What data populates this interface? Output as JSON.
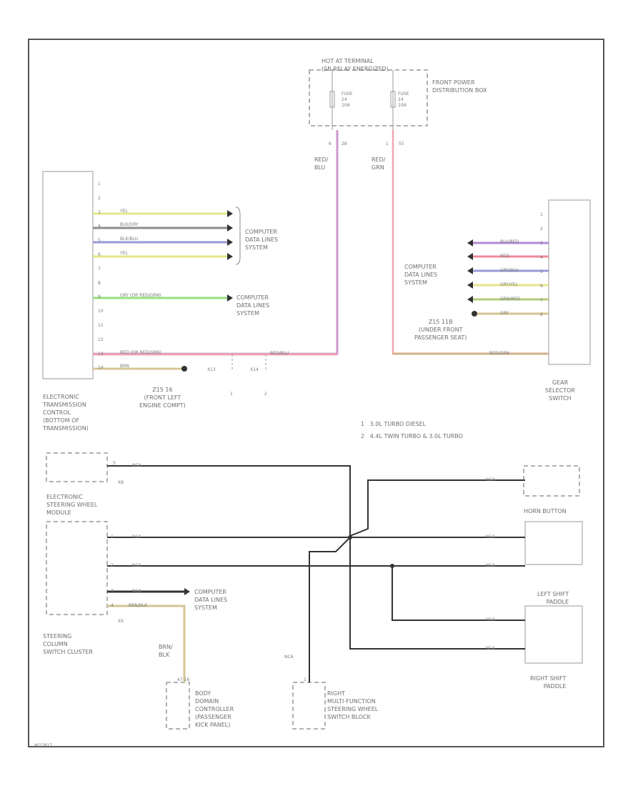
{
  "hot_terminal": "HOT AT TERMINAL\n(SB RELAY ENERGIZED)",
  "power_dist": "FRONT POWER\nDISTRIBUTION BOX",
  "fuse_left": "FUSE\n24\n10A",
  "fuse_right": "FUSE\n24\n10A",
  "pin_left": "6",
  "pin_left2": "28",
  "pin_right": "1",
  "pin_right2": "55",
  "wire_red_blu": "RED/\nBLU",
  "wire_red_grn": "RED/\nGRN",
  "tcm_label": "ELECTRONIC\nTRANSMISSION\nCONTROL\n(BOTTOM OF\nTRANSMISSION)",
  "tcm_pins": [
    "1",
    "2",
    "3",
    "4",
    "5",
    "6",
    "7",
    "8",
    "9",
    "10",
    "11",
    "12",
    "13",
    "14"
  ],
  "tcm_wires": [
    {
      "pin": "3",
      "label": "YEL",
      "color": "#e6e68a"
    },
    {
      "pin": "4",
      "label": "BLK/GRY",
      "color": "#8c8c8c"
    },
    {
      "pin": "5",
      "label": "BLK/BLU",
      "color": "#9a9ad8"
    },
    {
      "pin": "6",
      "label": "YEL",
      "color": "#e6e68a"
    },
    {
      "pin": "9",
      "label": "GRY (OR RED/GRN)",
      "color": "#96e07a"
    },
    {
      "pin": "13",
      "label": "RED (OR RED/GRN)",
      "color": "#f2a6b4"
    },
    {
      "pin": "14",
      "label": "BRN",
      "color": "#d4c694"
    }
  ],
  "cdl_1": "COMPUTER\nDATA LINES\nSYSTEM",
  "cdl_2": "COMPUTER\nDATA LINES\nSYSTEM",
  "cdl_3": "COMPUTER\nDATA LINES\nSYSTEM",
  "cdl_4": "COMPUTER\nDATA LINES\nSYSTEM",
  "wire_red_blu_h": "RED/BLU",
  "splice_1": "X13",
  "splice_2": "X14",
  "num_1": "1",
  "num_2": "2",
  "ground_1": "Z15 16\n(FRONT LEFT\nENGINE COMPT)",
  "ground_2": "Z15 11B\n(UNDER FRONT\nPASSENGER SEAT)",
  "gear_label": "GEAR\nSELECTOR\nSWITCH",
  "gear_pins": [
    "1",
    "2",
    "3",
    "4",
    "5",
    "6",
    "7",
    "8"
  ],
  "gear_wires": [
    {
      "pin": "3",
      "label": "BLU/RED",
      "color": "#b08ad8"
    },
    {
      "pin": "4",
      "label": "RED",
      "color": "#f08a9a"
    },
    {
      "pin": "5",
      "label": "GRY/BLU",
      "color": "#9a9ad8"
    },
    {
      "pin": "6",
      "label": "GRY/YEL",
      "color": "#e6e68a"
    },
    {
      "pin": "7",
      "label": "GRN/RED",
      "color": "#b4cc7a"
    },
    {
      "pin": "8",
      "label": "GRY",
      "color": "#d4c694"
    }
  ],
  "wire_red_grn_h": "RED/GRN",
  "note_1": "1   3.0L TURBO DIESEL",
  "note_2": "2   4.4L TWIN TURBO & 3.0L TURBO",
  "eswm_label": "ELECTRONIC\nSTEERING WHEEL\nMODULE",
  "eswm_pin": "5",
  "eswm_conn": "X8",
  "sccl_label": "STEERING\nCOLUMN\nSWITCH CLUSTER",
  "sccl_pins": [
    "1",
    "2",
    "3",
    "4"
  ],
  "sccl_conn": "X9",
  "wire_nca": "NCA",
  "wire_brn_blk": "BRN/BLK",
  "wire_brn_blk_v": "BRN/\nBLK",
  "horn_label": "HORN BUTTON",
  "left_paddle": "LEFT SHIFT\nPADDLE",
  "right_paddle": "RIGHT SHIFT\nPADDLE",
  "bdc_label": "BODY\nDOMAIN\nCONTROLLER\n(PASSENGER\nKICK PANEL)",
  "bdc_pin": "47 16",
  "mfsw_label": "RIGHT\nMULTI-FUNCTION\nSTEERING WHEEL\nSWITCH BLOCK",
  "mfsw_pin": "1",
  "footer": "W27817"
}
